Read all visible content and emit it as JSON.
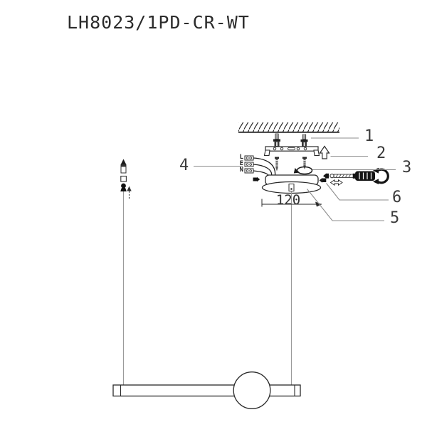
{
  "title": "LH8023/1PD-CR-WT",
  "callouts": [
    {
      "label": "1",
      "points_to": "ceiling-anchor-screws"
    },
    {
      "label": "2",
      "points_to": "mounting-bracket"
    },
    {
      "label": "3",
      "points_to": "bracket-fixing-screw"
    },
    {
      "label": "4",
      "points_to": "mains-terminal-wires"
    },
    {
      "label": "5",
      "points_to": "canopy"
    },
    {
      "label": "6",
      "points_to": "side-set-screw"
    }
  ],
  "dimension": {
    "canopy_diameter": "120"
  },
  "terminals": [
    "L",
    "E",
    "N"
  ],
  "icons": {
    "ceiling_hatch": "diagonal-hatch-band",
    "up_arrow": "hollow-up-arrow",
    "rotation_arrow": "circular-screw-rotation",
    "screwdriver": "black-handle-screwdriver",
    "double_arrow": "left-right-arrow",
    "dashed_up_arrow": "dashed-up-arrow"
  },
  "colors": {
    "line": "#2a2a2a",
    "leader": "#8c8c8c",
    "wire": "#9a9a9a",
    "solid_part": "#141414",
    "text": "#383838",
    "background": "#ffffff"
  }
}
